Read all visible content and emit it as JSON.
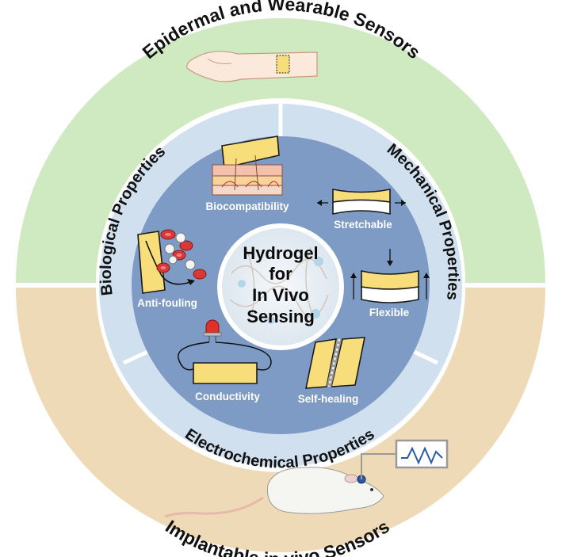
{
  "outer_ring": {
    "top_label": "Epidermal and Wearable Sensors",
    "bottom_label": "Implantable in vivo Sensors",
    "colors": {
      "top": "#cfeac0",
      "bottom": "#eedab6"
    }
  },
  "property_ring": {
    "biological": "Biological Properties",
    "mechanical": "Mechanical Properties",
    "electrochemical": "Electrochemical Properties",
    "color": "#d0e0ee"
  },
  "inner_disk": {
    "color": "#7e9bc6",
    "items": {
      "biocompatibility": "Biocompatibility",
      "stretchable": "Stretchable",
      "flexible": "Flexible",
      "self_healing": "Self-healing",
      "conductivity": "Conductivity",
      "anti_fouling": "Anti-fouling"
    }
  },
  "center": {
    "line1": "Hydrogel",
    "line2": "for",
    "line3": "In Vivo",
    "line4": "Sensing"
  },
  "icons": {
    "wrist": "wrist-with-patch-icon",
    "rat": "rat-with-implant-icon",
    "signal": "signal-monitor-icon",
    "skin": "skin-tissue-icon",
    "cells": "blood-cells-icon",
    "led": "led-light-icon"
  }
}
